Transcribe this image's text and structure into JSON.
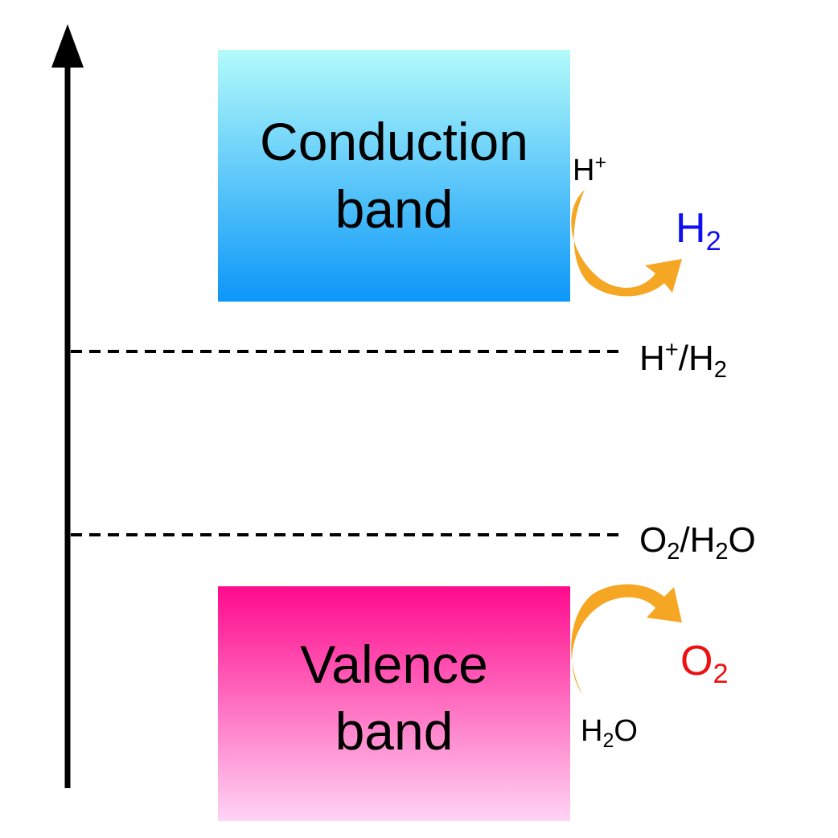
{
  "conduction_band": {
    "line1": "Conduction",
    "line2": "band"
  },
  "valence_band": {
    "line1": "Valence",
    "line2": "band"
  },
  "levels": {
    "h_level": {
      "prefix": "H",
      "sup": "+",
      "mid": "/H",
      "sub": "2"
    },
    "o_level": {
      "prefix": "O",
      "sub1": "2",
      "mid": "/H",
      "sub2": "2",
      "suffix": "O"
    }
  },
  "reduction": {
    "reactant": {
      "base": "H",
      "sup": "+"
    },
    "product": {
      "base": "H",
      "sub": "2"
    }
  },
  "oxidation": {
    "reactant": {
      "base": "H",
      "sub": "2",
      "suffix": "O"
    },
    "product": {
      "base": "O",
      "sub": "2"
    }
  },
  "colors": {
    "conduction_top": "#b3fbfb",
    "conduction_bottom": "#0c97f8",
    "valence_top": "#ff0a8c",
    "valence_bottom": "#ffd4f5",
    "reaction_arrow": "#f5a623",
    "h2_product": "#1010ee",
    "o2_product": "#ee1010",
    "axis": "#000000"
  }
}
